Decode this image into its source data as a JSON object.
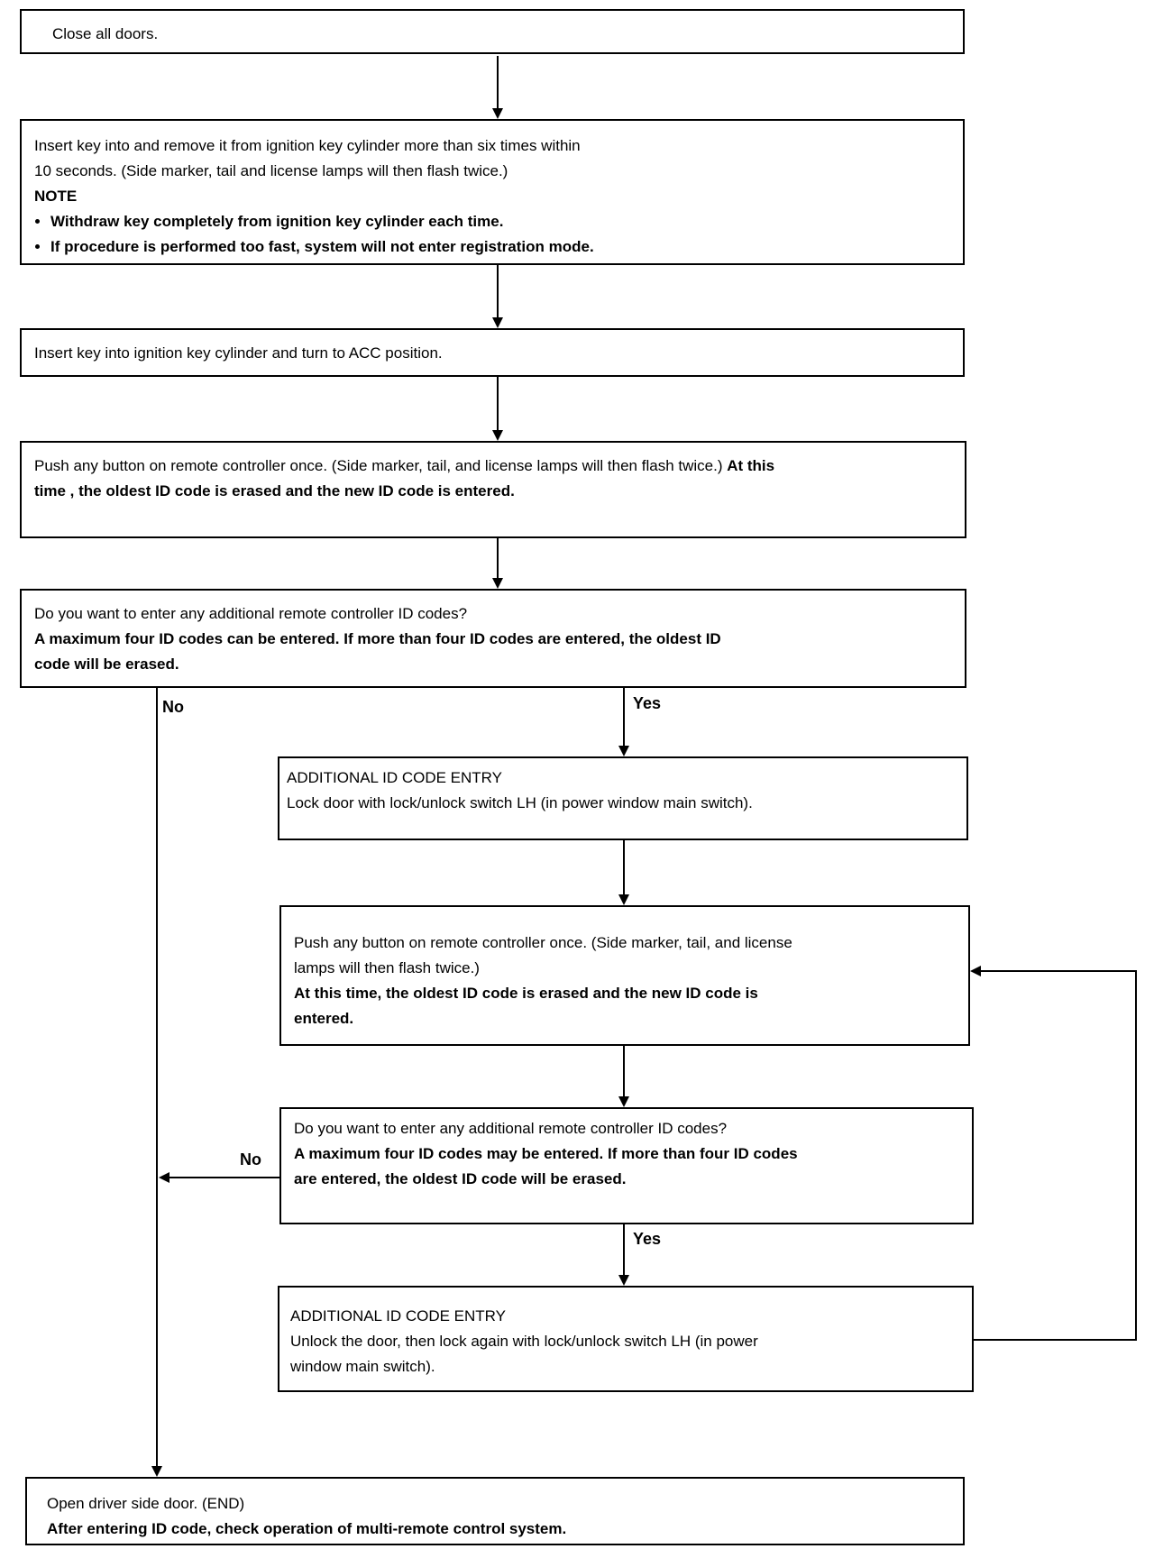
{
  "steps": {
    "s1": {
      "text": "Close all doors."
    },
    "s2": {
      "line1": "Insert key into and remove it from ignition key cylinder more than six times within",
      "line2": "10 seconds. (Side marker, tail and license lamps will then flash twice.)",
      "note_title": "NOTE",
      "note1": "Withdraw key completely from ignition key cylinder each time.",
      "note2": "If procedure is performed too fast, system will not enter registration mode."
    },
    "s3": {
      "text": "Insert key into ignition key cylinder and turn to ACC position."
    },
    "s4": {
      "normal": "Push any button on remote controller once. (Side marker, tail, and license lamps will then flash twice.) ",
      "bold": "At this time , the oldest ID code is erased and the new ID code is entered."
    },
    "s5": {
      "question": "Do you want to enter any additional remote controller ID codes?",
      "bold": "A maximum four ID codes can be entered. If more than four ID codes are entered, the oldest ID code will be erased."
    },
    "s6": {
      "title": "ADDITIONAL ID CODE ENTRY",
      "text": "Lock door with lock/unlock switch LH (in power window main switch)."
    },
    "s7": {
      "normal": "Push any button on remote controller once. (Side marker, tail, and license lamps will then flash twice.)",
      "bold": "At this time, the oldest ID code is erased and the new ID code is entered."
    },
    "s8": {
      "question": "Do you want to enter any additional remote controller ID codes?",
      "bold": "A maximum four ID codes may be entered. If more than four ID codes are entered, the oldest ID code will be erased."
    },
    "s9": {
      "title": "ADDITIONAL ID CODE ENTRY",
      "text": "Unlock the door, then lock again with lock/unlock switch LH (in power window main switch)."
    },
    "s10": {
      "normal": "Open driver side door. (END)",
      "bold": "After entering ID code, check operation of multi-remote control system."
    }
  },
  "labels": {
    "no1": "No",
    "yes1": "Yes",
    "no2": "No",
    "yes2": "Yes"
  }
}
